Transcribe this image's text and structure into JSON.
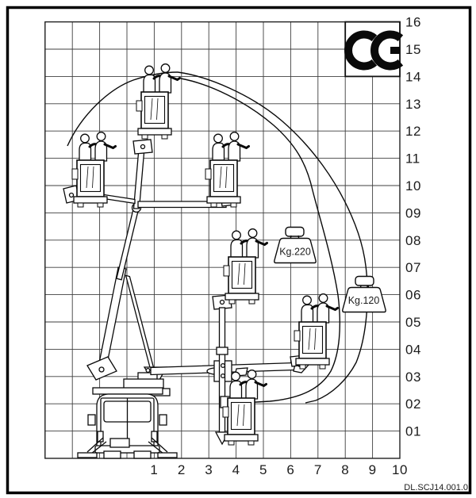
{
  "diagram": {
    "code": "DL.SCJ14.001.0",
    "ce_mark": "CE",
    "weights": {
      "w220": "Kg.220",
      "w120": "Kg.120"
    },
    "axes": {
      "x_ticks": [
        "1",
        "2",
        "3",
        "4",
        "5",
        "6",
        "7",
        "8",
        "9",
        "10"
      ],
      "y_ticks": [
        "01",
        "02",
        "03",
        "04",
        "05",
        "06",
        "07",
        "08",
        "09",
        "10",
        "11",
        "12",
        "13",
        "14",
        "15",
        "16"
      ]
    }
  }
}
